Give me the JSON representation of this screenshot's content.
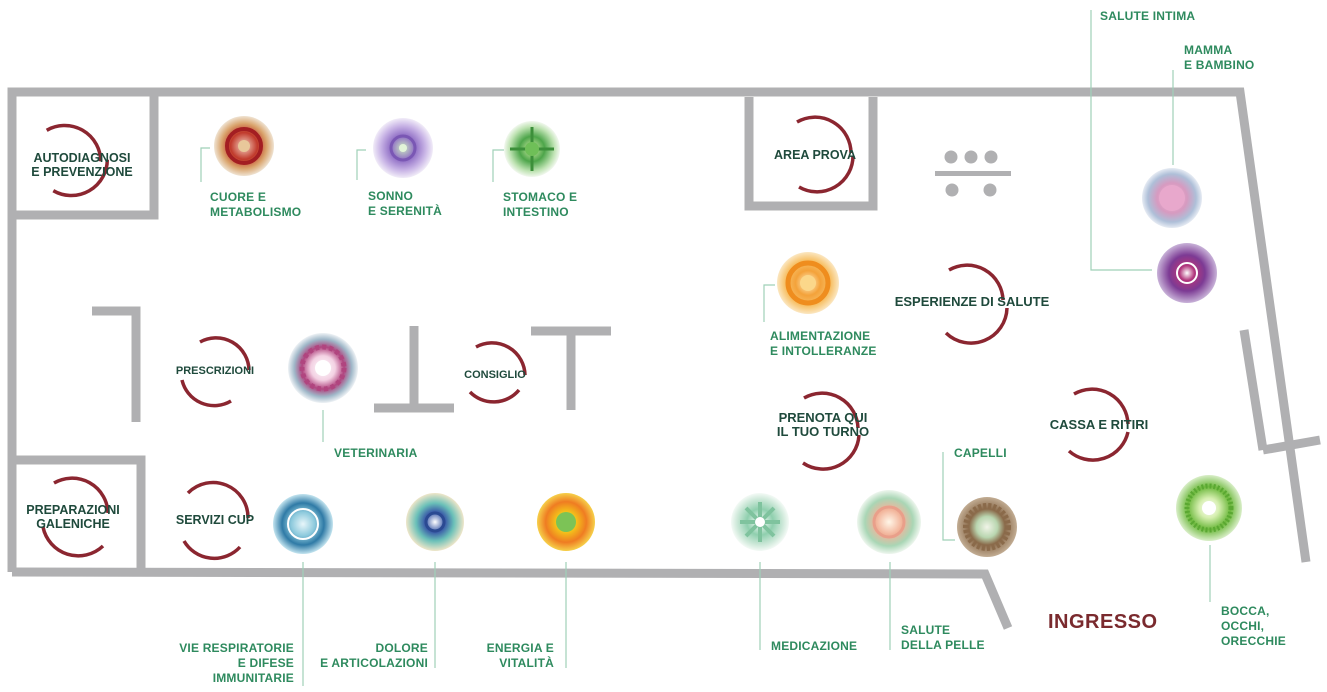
{
  "zones": {
    "autodiagnosi": "AUTODIAGNOSI\nE PREVENZIONE",
    "area_prova": "AREA PROVA",
    "prescrizioni": "PRESCRIZIONI",
    "consiglio": "CONSIGLIO",
    "esperienze": "ESPERIENZE DI SALUTE",
    "prenota": "PRENOTA QUI\nIL TUO TURNO",
    "cassa": "CASSA E RITIRI",
    "preparazioni": "PREPARAZIONI\nGALENICHE",
    "servizi_cup": "SERVIZI CUP"
  },
  "categories": {
    "cuore": "CUORE E\nMETABOLISMO",
    "sonno": "SONNO\nE SERENITÀ",
    "stomaco": "STOMACO E\nINTESTINO",
    "alimentazione": "ALIMENTAZIONE\nE INTOLLERANZE",
    "salute_intima": "SALUTE INTIMA",
    "mamma": "MAMMA\nE BAMBINO",
    "veterinaria": "VETERINARIA",
    "capelli": "CAPELLI",
    "vie_respiratorie": "VIE RESPIRATORIE\nE DIFESE\nIMMUNITARIE",
    "dolore": "DOLORE\nE ARTICOLAZIONI",
    "energia": "ENERGIA E\nVITALITÀ",
    "medicazione": "MEDICAZIONE",
    "salute_pelle": "SALUTE\nDELLA PELLE",
    "bocca": "BOCCA,\nOCCHI,\nORECCHIE"
  },
  "entrance": "INGRESSO",
  "colors": {
    "wall": "#b0b0b2",
    "ring": "#8b2630",
    "category_text": "#2e8a5e",
    "zone_text": "#1f4a3c",
    "leader": "#9fd0b8",
    "entrance": "#7a2a2e"
  }
}
